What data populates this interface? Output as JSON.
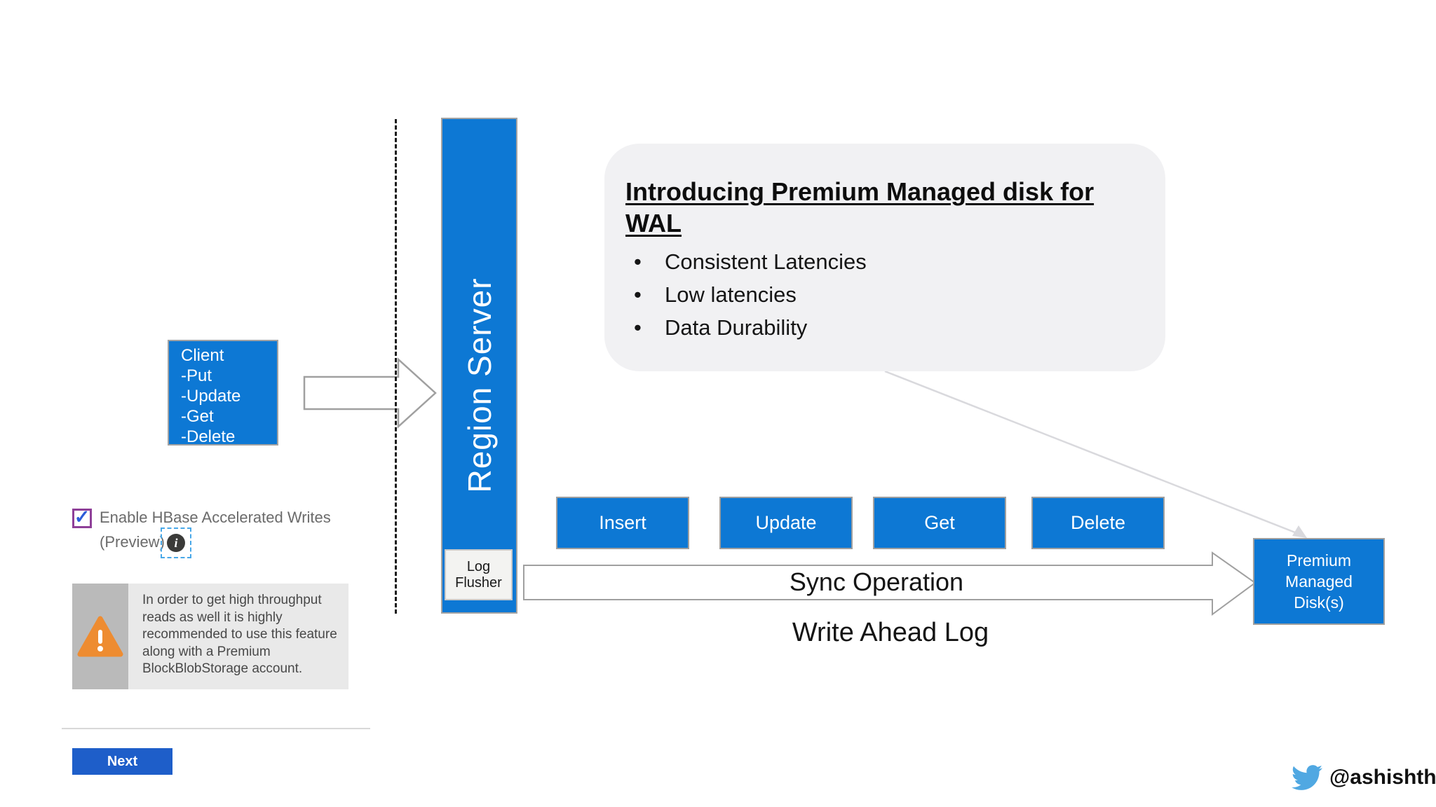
{
  "colors": {
    "primary_blue": "#0d78d4",
    "next_button_blue": "#1e5ec9",
    "warning_orange": "#ee8c31",
    "warning_strip_gray": "#bababa",
    "warning_bg_gray": "#e9e9e9",
    "callout_gray": "#f1f1f3",
    "checkbox_purple": "#8e3f98",
    "checkmark_blue": "#2b5cd8",
    "info_dashed_cyan": "#49a8e8",
    "twitter_blue": "#50a8e2"
  },
  "settings_panel": {
    "checkbox": {
      "checked": true,
      "checkmark_glyph": "✓",
      "label_line1": "Enable HBase Accelerated Writes",
      "label_line2": "(Preview)"
    },
    "info_glyph": "i",
    "warning": {
      "glyph": "!",
      "text": "In order to get high throughput reads as well it is highly recommended to use this feature along with a Premium BlockBlobStorage account."
    },
    "next_button_label": "Next"
  },
  "diagram": {
    "client_box": {
      "lines": [
        "Client",
        "-Put",
        "-Update",
        "-Get",
        "-Delete"
      ]
    },
    "region_server": {
      "label": "Region Server",
      "log_flusher_label": "Log Flusher"
    },
    "callout": {
      "title_lines": [
        "Introducing Premium Managed disk for",
        "WAL"
      ],
      "bullets": [
        "Consistent Latencies",
        "Low latencies",
        "Data Durability"
      ]
    },
    "operation_buttons": [
      "Insert",
      "Update",
      "Get",
      "Delete"
    ],
    "sync_arrow_label": "Sync Operation",
    "write_ahead_log_label": "Write Ahead Log",
    "premium_disk_box": {
      "lines": [
        "Premium",
        "Managed",
        "Disk(s)"
      ]
    }
  },
  "footer": {
    "twitter_handle": "@ashishth"
  }
}
